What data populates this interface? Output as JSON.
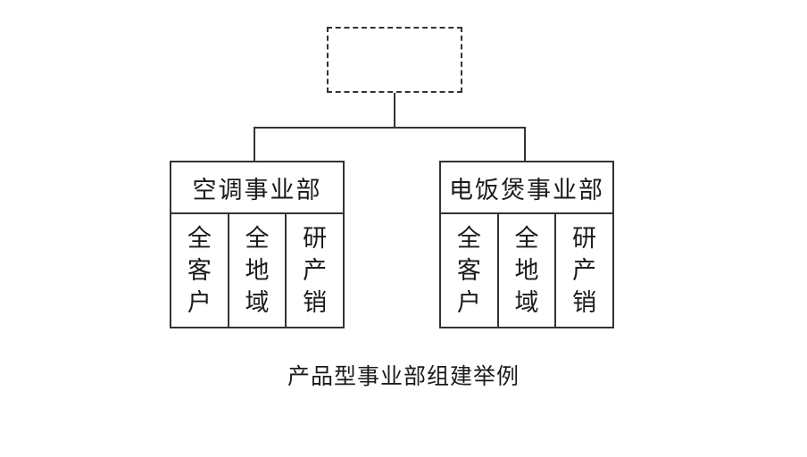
{
  "diagram": {
    "root": {
      "label": ""
    },
    "units": [
      {
        "title": "空调事业部",
        "columns": [
          [
            "全",
            "客",
            "户"
          ],
          [
            "全",
            "地",
            "域"
          ],
          [
            "研",
            "产",
            "销"
          ]
        ]
      },
      {
        "title": "电饭煲事业部",
        "columns": [
          [
            "全",
            "客",
            "户"
          ],
          [
            "全",
            "地",
            "域"
          ],
          [
            "研",
            "产",
            "销"
          ]
        ]
      }
    ],
    "caption": "产品型事业部组建举例"
  }
}
